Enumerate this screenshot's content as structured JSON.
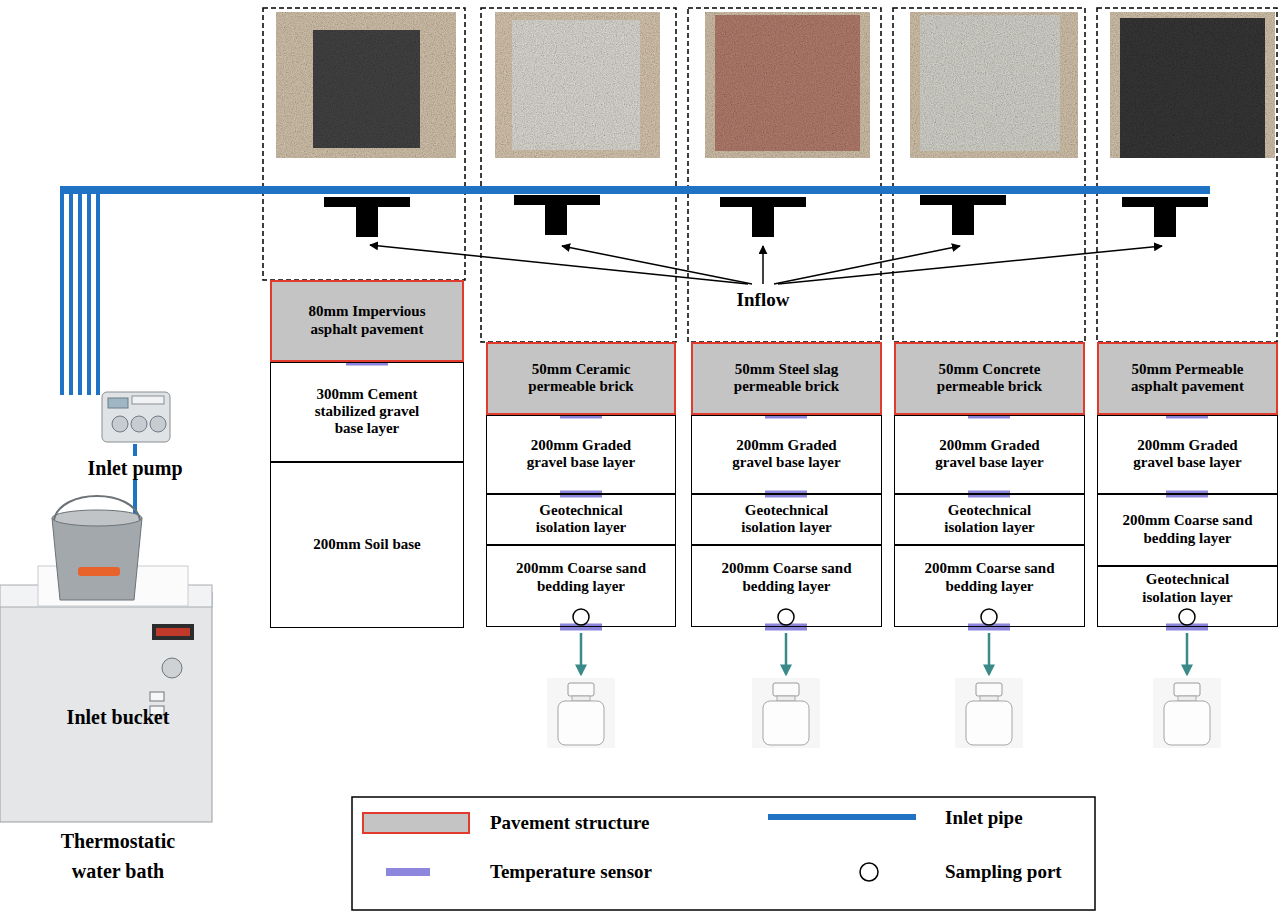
{
  "diagram": {
    "nodes": [
      {
        "text": [
          "80mm Impervious asphalt pavement"
        ]
      },
      {
        "text": [
          "300mm Cement stabilized gravel base layer"
        ]
      },
      {
        "text": [
          "200mm Soil base"
        ]
      },
      {
        "text": [
          "50mm Ceramic permeable brick"
        ]
      },
      {
        "text": [
          "200mm Graded gravel base layer"
        ]
      },
      {
        "text": [
          "Geotechnical isolation layer"
        ]
      },
      {
        "text": [
          "200mm Coarse sand bedding layer"
        ]
      },
      {
        "text": [
          "50mm Steel slag permeable brick"
        ]
      },
      {
        "text": [
          "200mm Graded gravel base layer"
        ]
      },
      {
        "text": [
          "Geotechnical isolation layer"
        ]
      },
      {
        "text": [
          "200mm Coarse sand bedding layer"
        ]
      },
      {
        "text": [
          "50mm Concrete permeable brick"
        ]
      },
      {
        "text": [
          "200mm Graded gravel base layer"
        ]
      },
      {
        "text": [
          "Geotechnical isolation layer"
        ]
      },
      {
        "text": [
          "200mm Coarse sand bedding layer"
        ]
      },
      {
        "text": [
          "50mm Permeable asphalt pavement"
        ]
      },
      {
        "text": [
          "200mm Graded gravel base layer"
        ]
      },
      {
        "text": [
          "200mm Coarse sand bedding layer"
        ]
      },
      {
        "text": [
          "Geotechnical isolation layer"
        ]
      }
    ],
    "labels": [
      "Inflow",
      "Inlet pump",
      "Inlet bucket",
      "Thermostatic water bath"
    ],
    "legend": [
      {
        "text": "Pavement structure",
        "color": "#c4c4c4"
      },
      {
        "text": "Temperature sensor",
        "color": "#8c86dc"
      },
      {
        "text": "Inlet pipe"
      },
      {
        "text": "Sampling port"
      }
    ]
  }
}
